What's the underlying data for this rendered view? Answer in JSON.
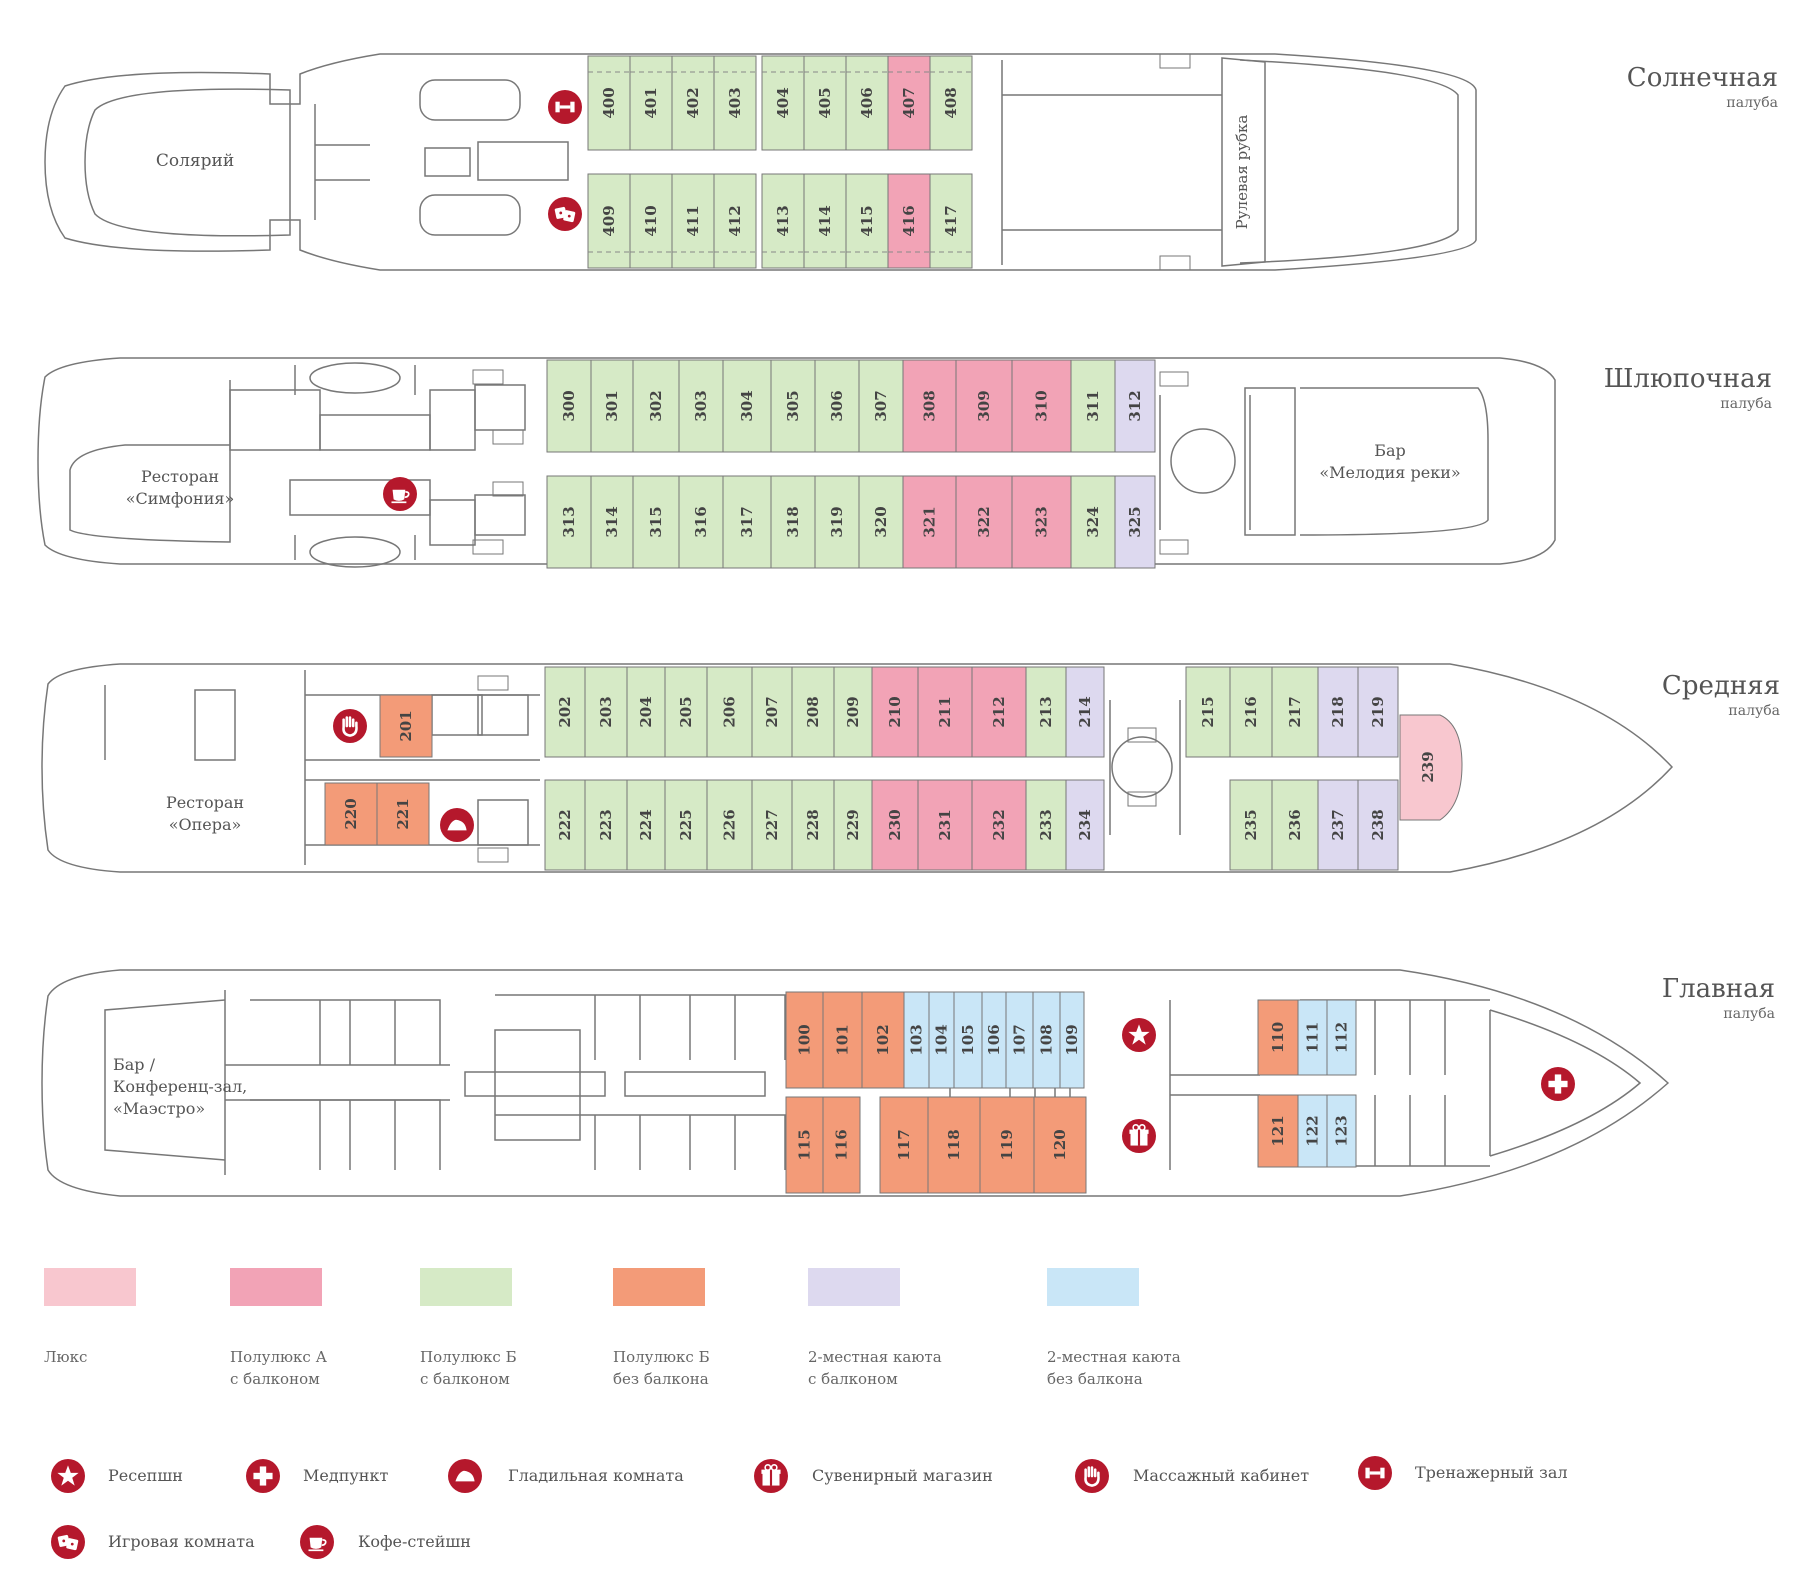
{
  "decks": [
    {
      "name": "Солнечная",
      "sub": "палуба"
    },
    {
      "name": "Шлюпочная",
      "sub": "палуба"
    },
    {
      "name": "Средняя",
      "sub": "палуба"
    },
    {
      "name": "Главная",
      "sub": "палуба"
    }
  ],
  "areas": {
    "solarium": "Солярий",
    "wheelhouse": "Рулевая рубка",
    "symphony_1": "Ресторан",
    "symphony_2": "«Симфония»",
    "river_bar_1": "Бар",
    "river_bar_2": "«Мелодия реки»",
    "opera_1": "Ресторан",
    "opera_2": "«Опера»",
    "maestro_1": "Бар /",
    "maestro_2": "Конференц-зал,",
    "maestro_3": "«Маэстро»"
  },
  "colors": {
    "lux": "#f8c7cf",
    "semi_a": "#f2a3b6",
    "semi_b_balcony": "#d6eac6",
    "semi_b": "#f39b78",
    "double_balcony": "#ddd9ef",
    "double": "#c9e6f7",
    "icon": "#b5182c",
    "outline": "#777777"
  },
  "cabins": {
    "sun_top": [
      "400",
      "401",
      "402",
      "403",
      "404",
      "405",
      "406",
      "407",
      "408"
    ],
    "sun_bottom": [
      "409",
      "410",
      "411",
      "412",
      "413",
      "414",
      "415",
      "416",
      "417"
    ],
    "boat_top": [
      "300",
      "301",
      "302",
      "303",
      "304",
      "305",
      "306",
      "307",
      "308",
      "309",
      "310",
      "311",
      "312"
    ],
    "boat_bottom": [
      "313",
      "314",
      "315",
      "316",
      "317",
      "318",
      "319",
      "320",
      "321",
      "322",
      "323",
      "324",
      "325"
    ],
    "mid_201": "201",
    "mid_top": [
      "202",
      "203",
      "204",
      "205",
      "206",
      "207",
      "208",
      "209",
      "210",
      "211",
      "212",
      "213",
      "214"
    ],
    "mid_top_fwd": [
      "215",
      "216",
      "217",
      "218",
      "219"
    ],
    "mid_239": "239",
    "mid_aft": [
      "220",
      "221"
    ],
    "mid_bottom": [
      "222",
      "223",
      "224",
      "225",
      "226",
      "227",
      "228",
      "229",
      "230",
      "231",
      "232",
      "233",
      "234"
    ],
    "mid_bottom_fwd": [
      "235",
      "236",
      "237",
      "238"
    ],
    "main_top": [
      "100",
      "101",
      "102",
      "103",
      "104",
      "105",
      "106",
      "107",
      "108",
      "109"
    ],
    "main_top_fwd": [
      "110",
      "111",
      "112"
    ],
    "main_bottom": [
      "115",
      "116",
      "117",
      "118",
      "119",
      "120"
    ],
    "main_bottom_fwd": [
      "121",
      "122",
      "123"
    ]
  },
  "legend": [
    {
      "label": "Люкс",
      "color": "#f8c7cf"
    },
    {
      "label": "Полулюкс А\nс балконом",
      "color": "#f2a3b6"
    },
    {
      "label": "Полулюкс Б\nс балконом",
      "color": "#d6eac6"
    },
    {
      "label": "Полулюкс Б\nбез балкона",
      "color": "#f39b78"
    },
    {
      "label": "2-местная каюта\nс балконом",
      "color": "#ddd9ef"
    },
    {
      "label": "2-местная каюта\nбез балкона",
      "color": "#c9e6f7"
    }
  ],
  "icons": [
    {
      "label": "Ресепшн",
      "icon": "star-icon"
    },
    {
      "label": "Медпункт",
      "icon": "medical-cross-icon"
    },
    {
      "label": "Гладильная комната",
      "icon": "iron-icon"
    },
    {
      "label": "Сувенирный магазин",
      "icon": "gift-icon"
    },
    {
      "label": "Массажный кабинет",
      "icon": "hand-icon"
    },
    {
      "label": "Тренажерный зал",
      "icon": "dumbbell-icon"
    },
    {
      "label": "Игровая комната",
      "icon": "dice-icon"
    },
    {
      "label": "Кофе-стейшн",
      "icon": "coffee-cup-icon"
    }
  ]
}
